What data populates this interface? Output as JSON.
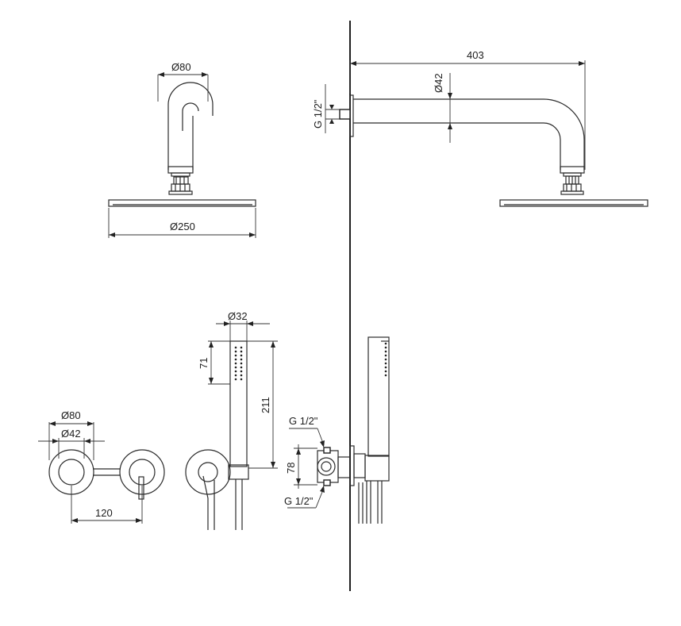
{
  "dimensions": {
    "head_arm_top_dia": "Ø80",
    "head_dia": "Ø250",
    "arm_length": "403",
    "arm_tube_dia": "Ø42",
    "arm_thread": "G 1/2\"",
    "valve_outer_dia": "Ø80",
    "valve_inner_dia": "Ø42",
    "valve_spacing": "120",
    "hand_shower_dia": "Ø32",
    "hand_head_length": "71",
    "hand_total_length": "211",
    "body_thread_top": "G 1/2\"",
    "body_thread_bottom": "G 1/2\"",
    "body_depth": "78"
  }
}
